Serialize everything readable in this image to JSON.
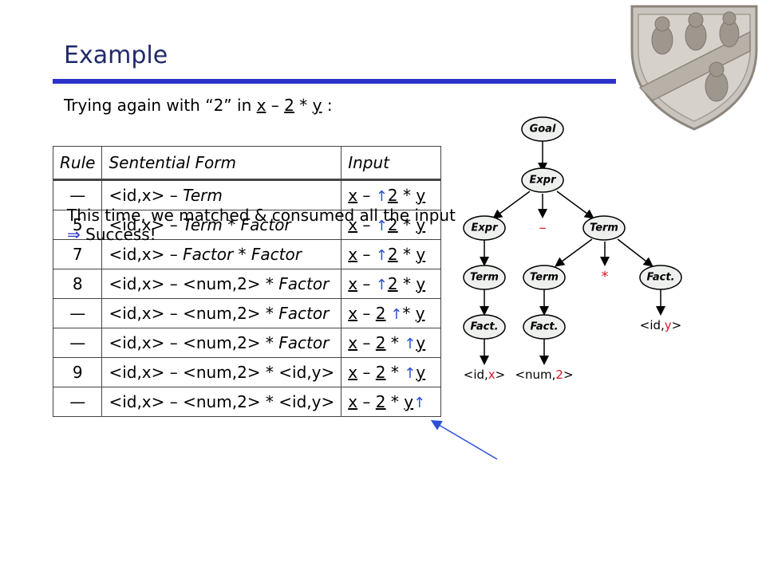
{
  "slide": {
    "title": "Example",
    "subtitle_prefix": "Trying again with “2” in ",
    "subtitle_x": "x",
    "subtitle_minus": " – ",
    "subtitle_2": "2",
    "subtitle_times": " * ",
    "subtitle_y": "y",
    "subtitle_suffix": " :"
  },
  "table": {
    "headers": {
      "rule": "Rule",
      "form": "Sentential Form",
      "input": "Input"
    },
    "rows": [
      {
        "rule": "—",
        "form": [
          "<id,x> – ",
          "Term",
          ""
        ],
        "input": [
          "x",
          " – ",
          "↑",
          "2",
          " * ",
          "y"
        ]
      },
      {
        "rule": "5",
        "form": [
          "<id,x> – ",
          "Term * Factor",
          ""
        ],
        "input": [
          "x",
          " – ",
          "↑",
          "2",
          " * ",
          "y"
        ]
      },
      {
        "rule": "7",
        "form": [
          "<id,x> – ",
          "Factor * Factor",
          ""
        ],
        "input": [
          "x",
          " – ",
          "↑",
          "2",
          " * ",
          "y"
        ]
      },
      {
        "rule": "8",
        "form": [
          "<id,x> – <num,2> * ",
          "Factor",
          ""
        ],
        "input": [
          "x",
          " – ",
          "↑",
          "2",
          " * ",
          "y"
        ]
      },
      {
        "rule": "—",
        "form": [
          "<id,x> – <num,2> * ",
          "Factor",
          ""
        ],
        "input": [
          "x",
          " – ",
          "2",
          " ↑",
          "* ",
          "y"
        ]
      },
      {
        "rule": "—",
        "form": [
          "<id,x> – <num,2> * ",
          "Factor",
          ""
        ],
        "input": [
          "x",
          " – ",
          "2",
          " * ",
          "↑",
          "y"
        ]
      },
      {
        "rule": "9",
        "form": [
          "<id,x> – <num,2> * <id,y>",
          "",
          ""
        ],
        "input": [
          "x",
          " – ",
          "2",
          " * ",
          "↑",
          "y"
        ]
      },
      {
        "rule": "—",
        "form": [
          "<id,x> – <num,2> * <id,y>",
          "",
          ""
        ],
        "input": [
          "x",
          " – ",
          "2",
          " * ",
          "y",
          "↑"
        ]
      }
    ]
  },
  "note": {
    "line1": "This time, we matched & consumed all the input",
    "arrow": "⇒",
    "line2": " Success!"
  },
  "tree": {
    "nodes": {
      "goal": "Goal",
      "expr_top": "Expr",
      "expr_left": "Expr",
      "term_right": "Term",
      "term_left": "Term",
      "term_mid": "Term",
      "fact_left": "Fact.",
      "fact_mid": "Fact.",
      "fact_right": "Fact."
    },
    "ops": {
      "minus": "–",
      "times": "*"
    },
    "leaves": {
      "id_x_pre": "<id,",
      "id_x_val": "x",
      "id_x_post": ">",
      "num_pre": "<num,",
      "num_val": "2",
      "num_post": ">",
      "id_y_pre": "<id,",
      "id_y_val": "y",
      "id_y_post": ">"
    },
    "colors": {
      "node_fill": "#eef0ee",
      "edge": "#000000",
      "highlight": "#d8172b",
      "pointer": "#2a4fd8"
    }
  }
}
